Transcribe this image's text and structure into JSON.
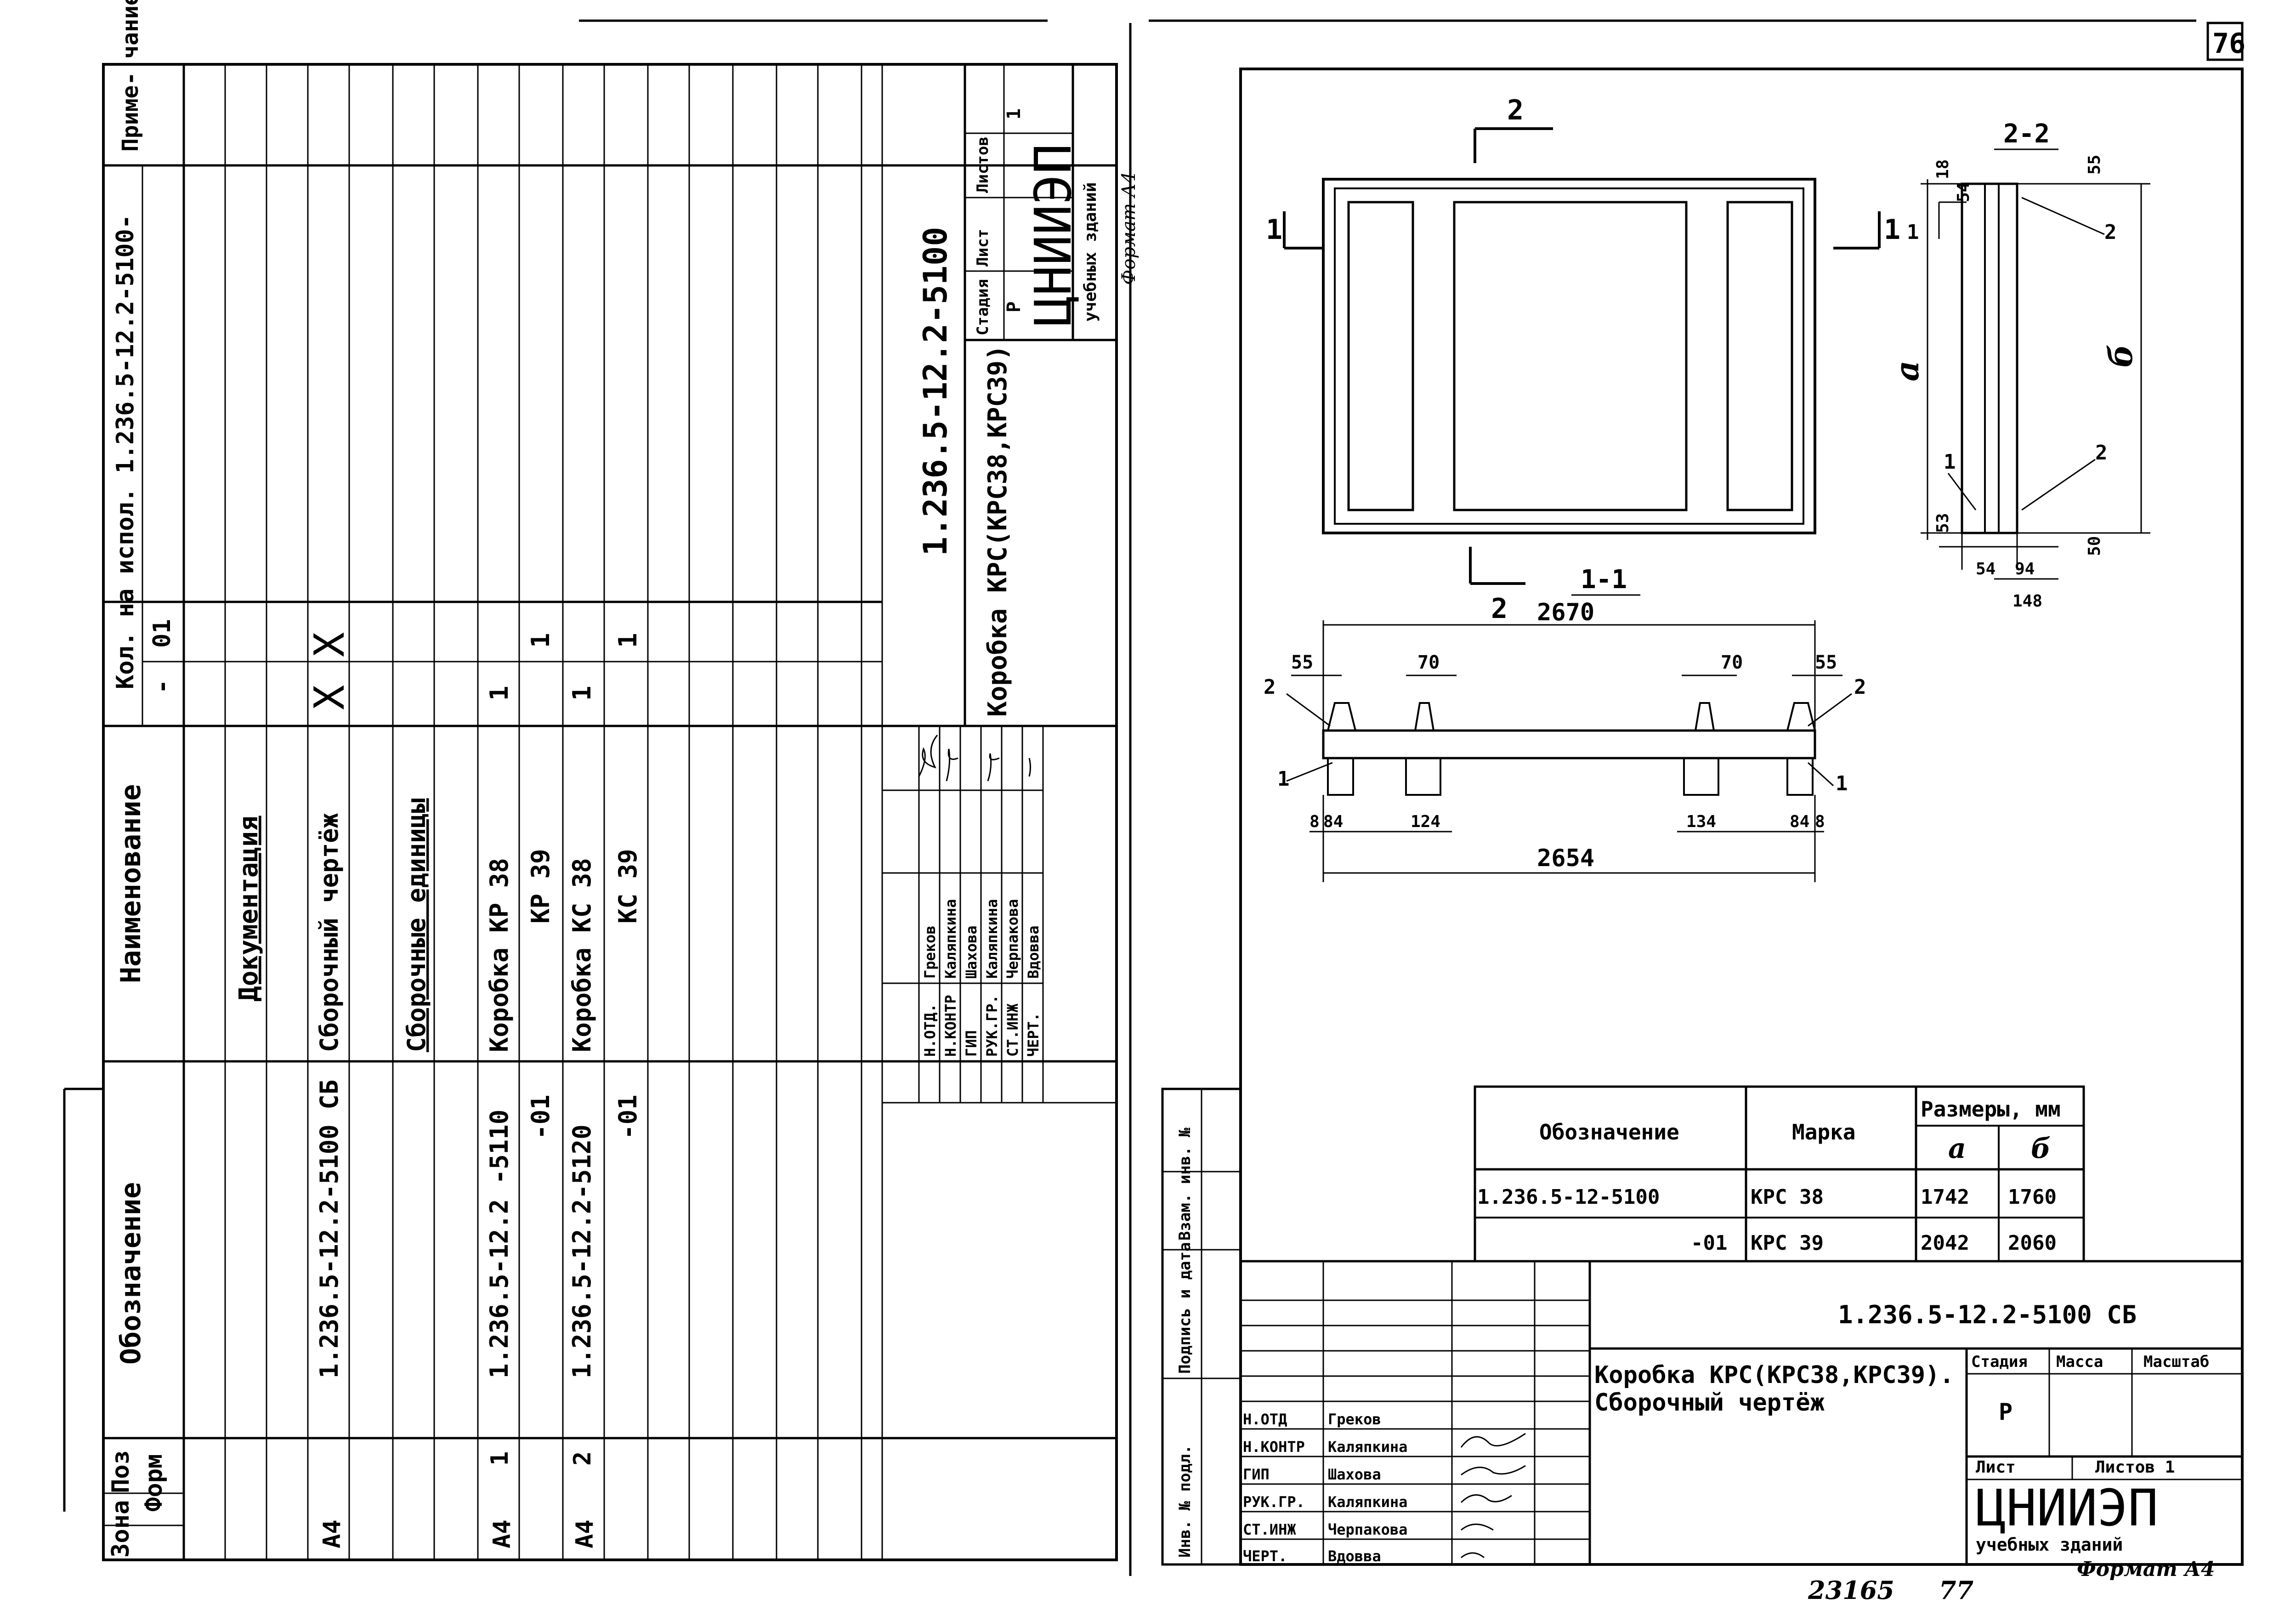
{
  "page_number": "76",
  "spec": {
    "headers": {
      "format": "Форм",
      "zone": "Зона",
      "pos": "Поз",
      "designation": "Обозначение",
      "name": "Наименование",
      "qty": "Кол. на испол. 1.236.5-12.2-5100-",
      "qty_col1": "-",
      "qty_col2": "01",
      "note": "Приме-\nчание"
    },
    "rows": [
      {
        "format": "",
        "pos": "",
        "designation": "",
        "name": "Документация",
        "q1": "",
        "q2": ""
      },
      {
        "format": "А4",
        "pos": "",
        "designation": "1.236.5-12.2-5100 СБ",
        "name": "Сборочный чертёж",
        "q1": "X",
        "q2": "X"
      },
      {
        "format": "",
        "pos": "",
        "designation": "",
        "name": "Сборочные единицы",
        "q1": "",
        "q2": ""
      },
      {
        "format": "А4",
        "pos": "1",
        "designation": "1.236.5-12.2 -5110",
        "name": "Коробка КР 38",
        "q1": "1",
        "q2": ""
      },
      {
        "format": "",
        "pos": "",
        "designation": "-01",
        "name": "КР 39",
        "q1": "",
        "q2": "1"
      },
      {
        "format": "А4",
        "pos": "2",
        "designation": "1.236.5-12.2-5120",
        "name": "Коробка КС 38",
        "q1": "1",
        "q2": ""
      },
      {
        "format": "",
        "pos": "",
        "designation": "-01",
        "name": "КС 39",
        "q1": "",
        "q2": "1"
      }
    ],
    "doc_code": "1.236.5-12.2-5100",
    "title": "Коробка КРС(КРС38,КРС39)",
    "stage_header": "Стадия",
    "sheet_header": "Лист",
    "sheets_header": "Листов",
    "stage": "Р",
    "sheets": "1",
    "org": "ЦНИИЭП",
    "org_sub": "учебных зданий",
    "format_note": "Формат А4",
    "signers": [
      {
        "role": "Н.ОТД.",
        "name": "Греков"
      },
      {
        "role": "Н.КОНТР",
        "name": "Каляпкина"
      },
      {
        "role": "ГИП",
        "name": "Шахова"
      },
      {
        "role": "РУК.ГР.",
        "name": "Каляпкина"
      },
      {
        "role": "СТ.ИНЖ",
        "name": "Черпакова"
      },
      {
        "role": "ЧЕРТ.",
        "name": "Вдовва"
      }
    ]
  },
  "drawing": {
    "section_2": "2",
    "section_1": "1",
    "section_22": "2-2",
    "section_11": "1-1",
    "dims": {
      "d2670": "2670",
      "d2654": "2654",
      "d55a": "55",
      "d55b": "55",
      "d70a": "70",
      "d70b": "70",
      "d124": "124",
      "d134": "134",
      "d8a": "8",
      "d84a": "84",
      "d84b": "84",
      "d8b": "8",
      "d18": "18",
      "d54t": "54",
      "d55s": "55",
      "d53": "53",
      "d50": "50",
      "d54b": "54",
      "d94": "94",
      "d148": "148",
      "a": "а",
      "b": "б"
    },
    "callouts": {
      "c1": "1",
      "c2": "2"
    }
  },
  "marks_table": {
    "headers": {
      "designation": "Обозначение",
      "mark": "Марка",
      "sizes": "Размеры, мм",
      "a": "а",
      "b": "б"
    },
    "rows": [
      {
        "designation": "1.236.5-12-5100",
        "mark": "КРС 38",
        "a": "1742",
        "b": "1760"
      },
      {
        "designation": "-01",
        "mark": "КРС 39",
        "a": "2042",
        "b": "2060"
      }
    ]
  },
  "stamp": {
    "code": "1.236.5-12.2-5100 СБ",
    "title_line1": "Коробка КРС(КРС38,КРС39).",
    "title_line2": "Сборочный чертёж",
    "stage_header": "Стадия",
    "mass_header": "Масса",
    "scale_header": "Масштаб",
    "stage": "Р",
    "sheet_header": "Лист",
    "sheets_header": "Листов 1",
    "org": "ЦНИИЭП",
    "org_sub": "учебных зданий",
    "format_note": "Формат А4",
    "signers": [
      {
        "role": "Н.ОТД",
        "name": "Греков"
      },
      {
        "role": "Н.КОНТР",
        "name": "Каляпкина"
      },
      {
        "role": "ГИП",
        "name": "Шахова"
      },
      {
        "role": "РУК.ГР.",
        "name": "Каляпкина"
      },
      {
        "role": "СТ.ИНЖ",
        "name": "Черпакова"
      },
      {
        "role": "ЧЕРТ.",
        "name": "Вдовва"
      }
    ],
    "side_labels": [
      "Инв. № подл.",
      "Подпись и дата",
      "Взам. инв. №"
    ]
  },
  "footer": {
    "num1": "23165",
    "num2": "77"
  }
}
